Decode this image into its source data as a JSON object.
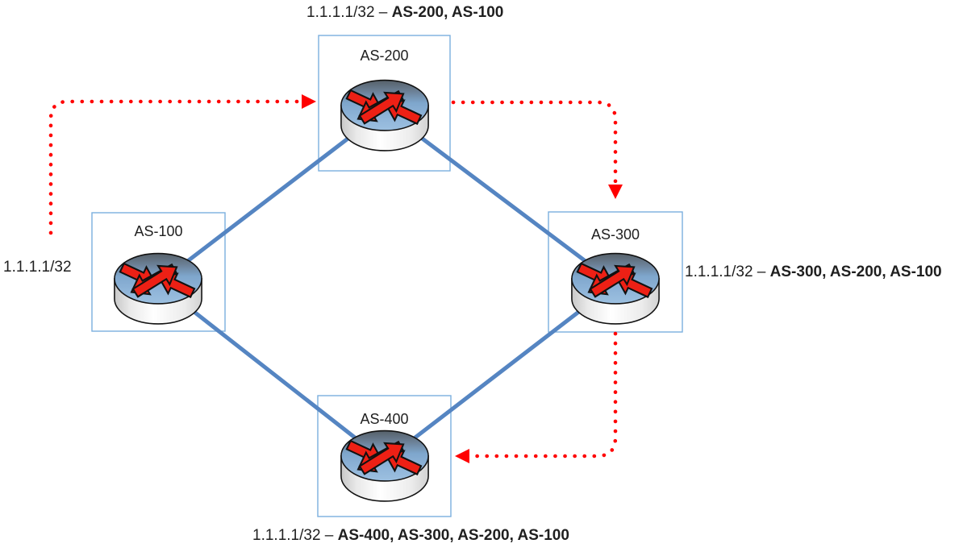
{
  "nodes": [
    {
      "id": "as-100",
      "label": "AS-100"
    },
    {
      "id": "as-200",
      "label": "AS-200"
    },
    {
      "id": "as-300",
      "label": "AS-300"
    },
    {
      "id": "as-400",
      "label": "AS-400"
    }
  ],
  "route_labels": {
    "origin": {
      "prefix": "1.1.1.1/32",
      "path": ""
    },
    "as200": {
      "prefix": "1.1.1.1/32 – ",
      "path": "AS-200, AS-100"
    },
    "as300": {
      "prefix": "1.1.1.1/32 – ",
      "path": "AS-300, AS-200, AS-100"
    },
    "as400": {
      "prefix": "1.1.1.1/32 – ",
      "path": "AS-400, AS-300, AS-200, AS-100"
    }
  },
  "colors": {
    "link_blue": "#5585c2",
    "box_border": "#7bafde",
    "route_red": "#ff0000",
    "router_arrow_red": "#ed2015",
    "router_top_blue": "#7ea6cc",
    "text": "#1f1f1f"
  },
  "icons": {
    "router": "router-icon",
    "route_flow": "red-dotted-arrow"
  }
}
